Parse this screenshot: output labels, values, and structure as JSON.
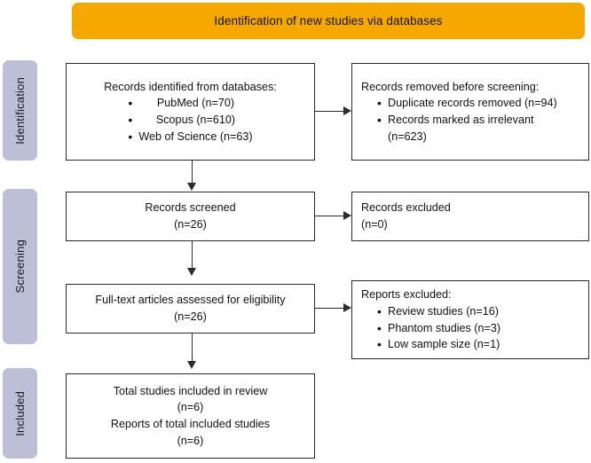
{
  "header": {
    "title": "Identification of new studies via databases",
    "background_color": "#f5a900"
  },
  "stages": {
    "rail_color": "#bdbfd6",
    "items": [
      {
        "label": "Identification"
      },
      {
        "label": "Screening"
      },
      {
        "label": "Included"
      }
    ]
  },
  "boxes": {
    "records_identified": {
      "heading": "Records identified from databases:",
      "bullets": [
        "PubMed (n=70)",
        "Scopus (n=610)",
        "Web of Science (n=63)"
      ]
    },
    "records_removed": {
      "heading": "Records removed before screening:",
      "bullets": [
        "Duplicate records removed (n=94)",
        "Records marked as irrelevant"
      ],
      "continuation": "(n=623)"
    },
    "records_screened": {
      "line1": "Records screened",
      "line2": "(n=26)"
    },
    "records_excluded": {
      "line1": "Records excluded",
      "line2": "(n=0)"
    },
    "fulltext_assessed": {
      "line1": "Full-text articles assessed for eligibility",
      "line2": "(n=26)"
    },
    "reports_excluded": {
      "heading": "Reports excluded:",
      "bullets": [
        "Review studies (n=16)",
        "Phantom studies (n=3)",
        "Low sample size (n=1)"
      ]
    },
    "total_included": {
      "line1": "Total studies included in review",
      "line2": "(n=6)",
      "line3": "Reports of total included studies",
      "line4": "(n=6)"
    }
  },
  "connectors": {
    "stroke_color": "#2b2b2b"
  }
}
